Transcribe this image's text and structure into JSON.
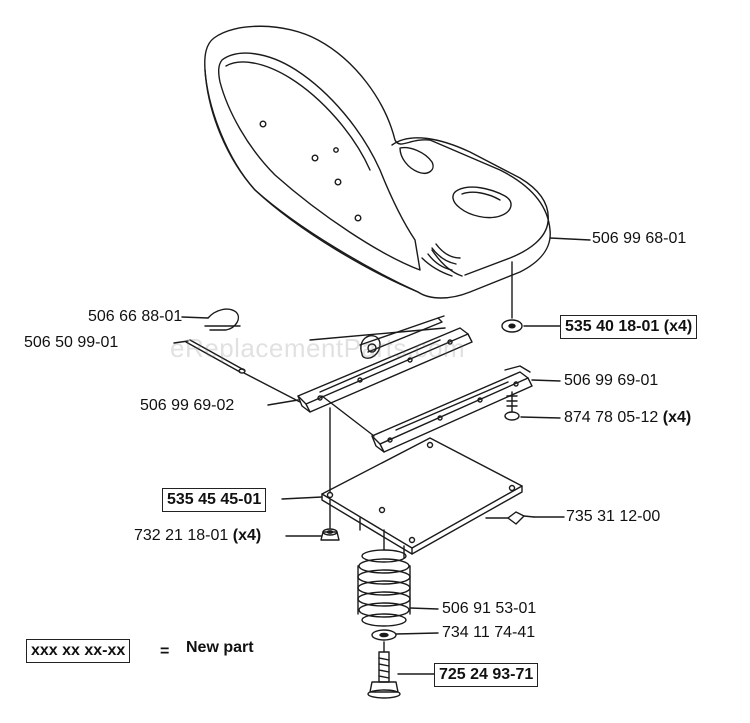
{
  "parts": {
    "seat": "506 99 68-01",
    "washer_top": "535 40 18-01",
    "washer_top_qty": "(x4)",
    "lock_pin": "506 66 88-01",
    "rod": "506 50 99-01",
    "rail_right": "506 99 69-01",
    "rail_left": "506 99 69-02",
    "screw_rail": "874 78 05-12",
    "screw_rail_qty": "(x4)",
    "plate": "535 45 45-01",
    "nut": "732 21 18-01",
    "nut_qty": "(x4)",
    "screw_side": "735 31 12-00",
    "spring": "506 91 53-01",
    "washer_bottom": "734 11 74-41",
    "bolt": "725 24 93-71"
  },
  "legend": {
    "sample": "xxx xx xx-xx",
    "equals": "=",
    "text": "New part"
  },
  "watermark": "eReplacementParts.com",
  "colors": {
    "line": "#1a1a1a",
    "box_border": "#222222",
    "watermark": "#b0b0b0"
  }
}
